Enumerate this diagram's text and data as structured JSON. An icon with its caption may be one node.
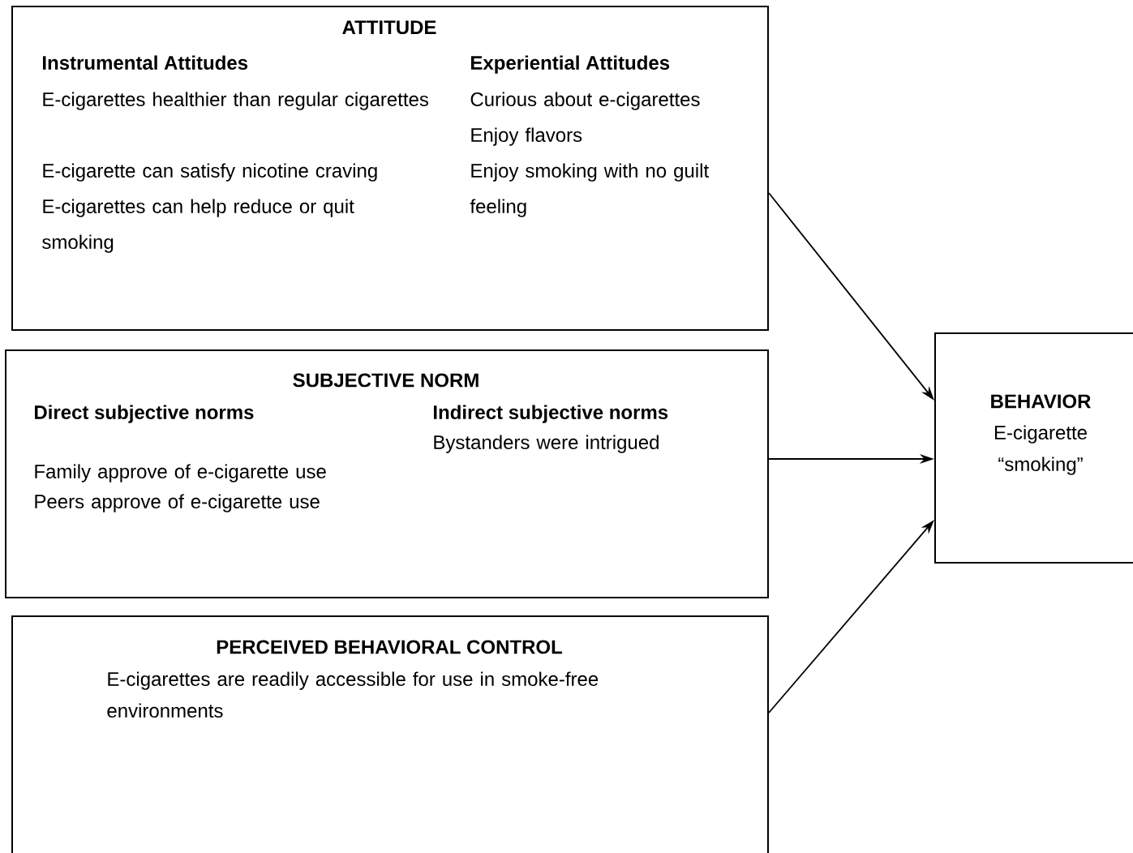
{
  "diagram": {
    "nodes": [
      {
        "text": [
          "ATTITUDE",
          "Instrumental Attitudes",
          "E-cigarettes healthier than regular cigarettes",
          "E-cigarette can satisfy nicotine craving",
          "E-cigarettes can help reduce or quit smoking",
          "Experiential Attitudes",
          "Curious about e-cigarettes",
          "Enjoy flavors",
          "Enjoy smoking with no guilt feeling"
        ]
      },
      {
        "text": [
          "SUBJECTIVE NORM",
          "Direct subjective norms",
          "Family approve of e-cigarette use",
          "Peers approve of e-cigarette use",
          "Indirect subjective norms",
          "Bystanders were intrigued"
        ]
      },
      {
        "text": [
          "PERCEIVED BEHAVIORAL CONTROL",
          "E-cigarettes are readily accessible for use in smoke-free environments"
        ]
      },
      {
        "text": [
          "BEHAVIOR",
          "E-cigarette “smoking”"
        ]
      }
    ],
    "edges": [
      {
        "from": 0,
        "to": 3,
        "arrow": "to"
      },
      {
        "from": 1,
        "to": 3,
        "arrow": "to"
      },
      {
        "from": 2,
        "to": 3,
        "arrow": "to"
      }
    ]
  }
}
